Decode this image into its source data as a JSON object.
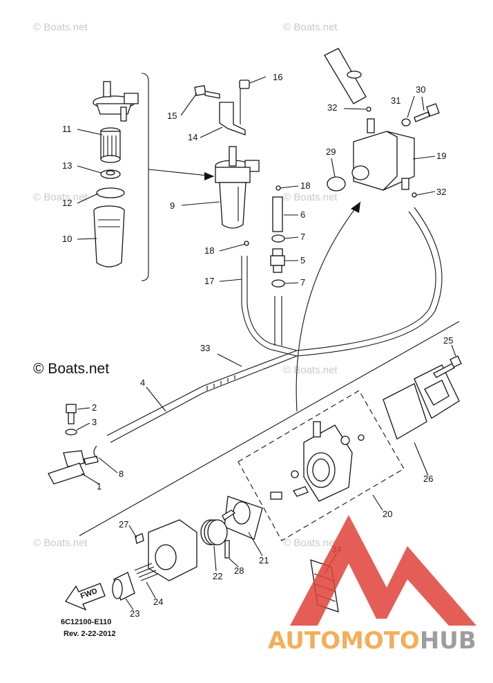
{
  "watermarks": [
    "© Boats.net",
    "© Boats.net",
    "© Boats.net",
    "© Boats.net",
    "© Boats.net",
    "© Boats.net",
    "© Boats.net"
  ],
  "copyright": "© Boats.net",
  "callouts": [
    "1",
    "2",
    "3",
    "4",
    "5",
    "6",
    "7",
    "7",
    "8",
    "9",
    "10",
    "11",
    "12",
    "13",
    "14",
    "15",
    "16",
    "17",
    "18",
    "18",
    "19",
    "20",
    "21",
    "22",
    "23",
    "24",
    "25",
    "26",
    "27",
    "28",
    "29",
    "30",
    "31",
    "32",
    "32",
    "33",
    "34"
  ],
  "fwd_label": "FWD",
  "code_line1": "6C12100-E110",
  "code_line2": "Rev.  2-22-2012",
  "logo": {
    "part1": "AUTO",
    "part2": "MOTO",
    "part3": "HUB",
    "color_orange": "#f2a03d",
    "color_gray": "#8c8c8c",
    "color_red": "#e0433a"
  }
}
